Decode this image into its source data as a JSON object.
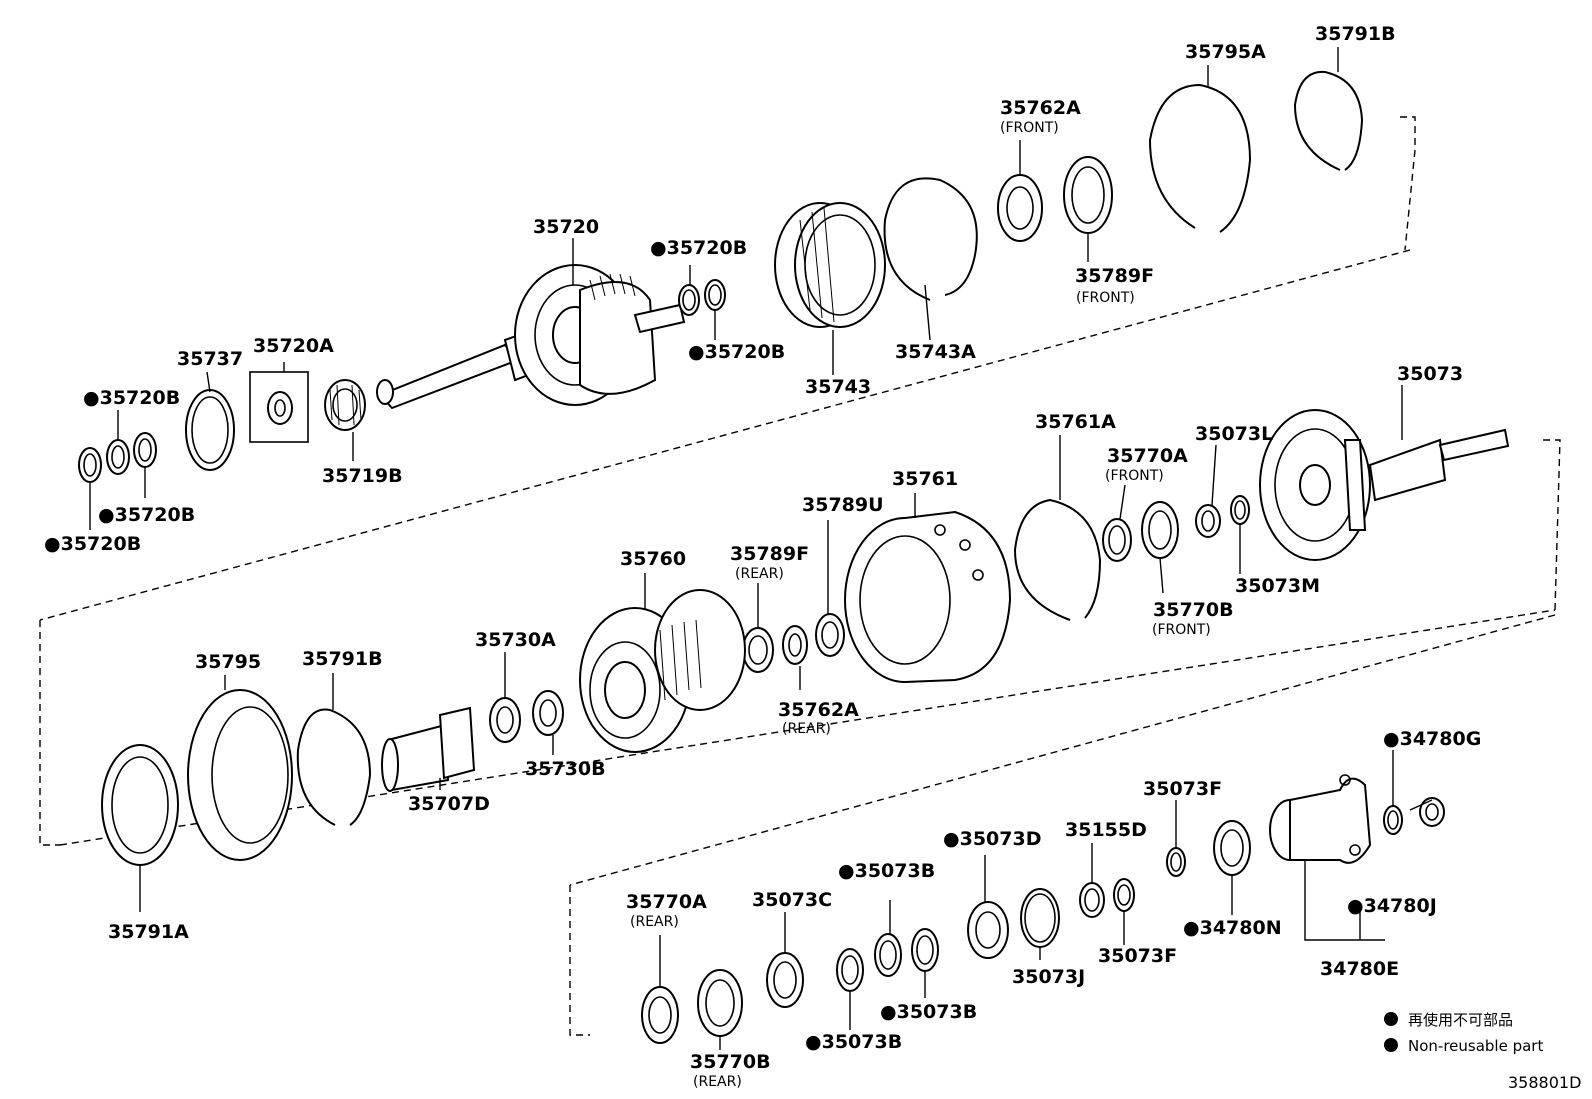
{
  "diagram_code": "358801D",
  "nonreusable_marker": "●",
  "legend": {
    "jp": "再使用不可部品",
    "en": "Non-reusable part"
  },
  "labels": {
    "p35720": "35720",
    "p35720A": "35720A",
    "p35737": "35737",
    "p35719B": "35719B",
    "p35720B_1": "35720B",
    "p35720B_2": "35720B",
    "p35720B_3": "35720B",
    "p35720B_4": "35720B",
    "p35720B_5": "35720B",
    "p35743": "35743",
    "p35743A": "35743A",
    "p35762A_f": "35762A",
    "p35762A_f_sub": "(FRONT)",
    "p35789F_f": "35789F",
    "p35789F_f_sub": "(FRONT)",
    "p35795A": "35795A",
    "p35791B_top": "35791B",
    "p35073": "35073",
    "p35073L": "35073L",
    "p35073M": "35073M",
    "p35770A_f": "35770A",
    "p35770A_f_sub": "(FRONT)",
    "p35770B_f": "35770B",
    "p35770B_f_sub": "(FRONT)",
    "p35761A": "35761A",
    "p35761": "35761",
    "p35789U": "35789U",
    "p35789F_r": "35789F",
    "p35789F_r_sub": "(REAR)",
    "p35762A_r": "35762A",
    "p35762A_r_sub": "(REAR)",
    "p35760": "35760",
    "p35730A": "35730A",
    "p35730B": "35730B",
    "p35707D": "35707D",
    "p35791B_mid": "35791B",
    "p35795": "35795",
    "p35791A": "35791A",
    "p34780G": "34780G",
    "p34780J": "34780J",
    "p34780E": "34780E",
    "p34780N": "34780N",
    "p35073F_1": "35073F",
    "p35073F_2": "35073F",
    "p35155D": "35155D",
    "p35073D": "35073D",
    "p35073J": "35073J",
    "p35073B_1": "35073B",
    "p35073B_2": "35073B",
    "p35073B_3": "35073B",
    "p35073C": "35073C",
    "p35770A_r": "35770A",
    "p35770A_r_sub": "(REAR)",
    "p35770B_r": "35770B",
    "p35770B_r_sub": "(REAR)"
  }
}
